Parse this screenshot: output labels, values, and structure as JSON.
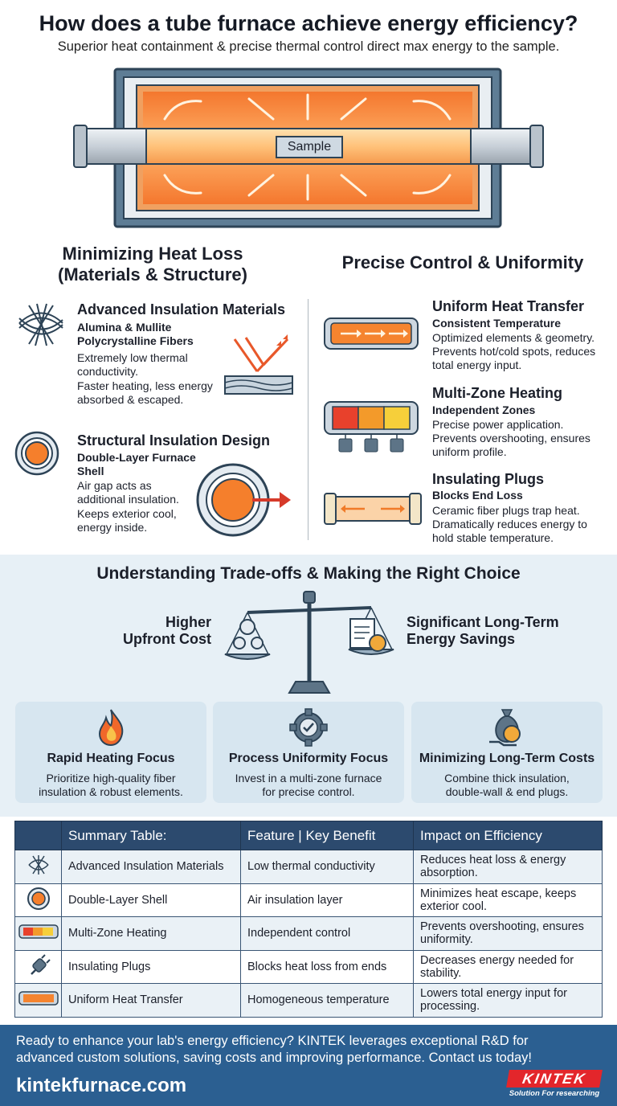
{
  "header": {
    "title": "How does a tube furnace achieve energy efficiency?",
    "subtitle": "Superior heat containment & precise thermal control direct max energy to the sample."
  },
  "hero": {
    "sample_label": "Sample"
  },
  "left": {
    "heading_line1": "Minimizing Heat Loss",
    "heading_line2": "(Materials & Structure)",
    "items": [
      {
        "title": "Advanced Insulation Materials",
        "sub1": "Alumina & Mullite",
        "sub2": "Polycrystalline Fibers",
        "b1": "Extremely low thermal",
        "b2": "conductivity.",
        "b3": "Faster heating, less energy",
        "b4": "absorbed & escaped."
      },
      {
        "title": "Structural Insulation Design",
        "sub1": "Double-Layer Furnace",
        "sub2": "Shell",
        "b1": "Air gap acts as",
        "b2": "additional insulation.",
        "b3": "Keeps exterior cool,",
        "b4": "energy inside."
      }
    ]
  },
  "right": {
    "heading": "Precise Control & Uniformity",
    "items": [
      {
        "title": "Uniform Heat Transfer",
        "sub": "Consistent Temperature",
        "b1": "Optimized elements & geometry.",
        "b2": "Prevents hot/cold spots, reduces",
        "b3": "total energy input."
      },
      {
        "title": "Multi-Zone Heating",
        "sub": "Independent Zones",
        "b1": "Precise power application.",
        "b2": "Prevents overshooting, ensures",
        "b3": "uniform profile."
      },
      {
        "title": "Insulating Plugs",
        "sub": "Blocks End Loss",
        "b1": "Ceramic fiber plugs trap heat.",
        "b2": "Dramatically reduces energy to",
        "b3": "hold stable temperature."
      }
    ]
  },
  "tradeoff": {
    "heading": "Understanding Trade-offs & Making the Right Choice",
    "left1": "Higher",
    "left2": "Upfront Cost",
    "right1": "Significant Long-Term",
    "right2": "Energy Savings",
    "cards": [
      {
        "title": "Rapid Heating Focus",
        "b1": "Prioritize high-quality fiber",
        "b2": "insulation & robust elements."
      },
      {
        "title": "Process Uniformity Focus",
        "b1": "Invest in a multi-zone furnace",
        "b2": "for precise control."
      },
      {
        "title": "Minimizing Long-Term Costs",
        "b1": "Combine thick insulation,",
        "b2": "double-wall & end plugs."
      }
    ]
  },
  "table": {
    "headers": [
      "Summary Table:",
      "Feature | Key Benefit",
      "Impact on Efficiency"
    ],
    "rows": [
      {
        "name": "Advanced Insulation Materials",
        "feature": "Low thermal conductivity",
        "i1": "Reduces heat loss & energy",
        "i2": "absorption."
      },
      {
        "name": "Double-Layer Shell",
        "feature": "Air insulation layer",
        "i1": "Minimizes heat escape, keeps",
        "i2": "exterior cool."
      },
      {
        "name": "Multi-Zone Heating",
        "feature": "Independent control",
        "i1": "Prevents overshooting, ensures",
        "i2": "uniformity."
      },
      {
        "name": "Insulating Plugs",
        "feature": "Blocks heat loss from ends",
        "i1": "Decreases energy needed for",
        "i2": "stability."
      },
      {
        "name": "Uniform Heat Transfer",
        "feature": "Homogeneous temperature",
        "i1": "Lowers total energy input for",
        "i2": "processing."
      }
    ]
  },
  "footer": {
    "line1": "Ready to enhance your lab's energy efficiency? KINTEK leverages exceptional R&D for",
    "line2": "advanced custom solutions, saving costs and improving performance. Contact us today!",
    "url": "kintekfurnace.com",
    "logo": "KINTEK",
    "tagline": "Solution For researching"
  },
  "colors": {
    "accent_orange": "#f26a1b",
    "navy": "#2c4a6e",
    "footer_blue": "#2b5f91",
    "card_blue": "#d7e6f0"
  }
}
